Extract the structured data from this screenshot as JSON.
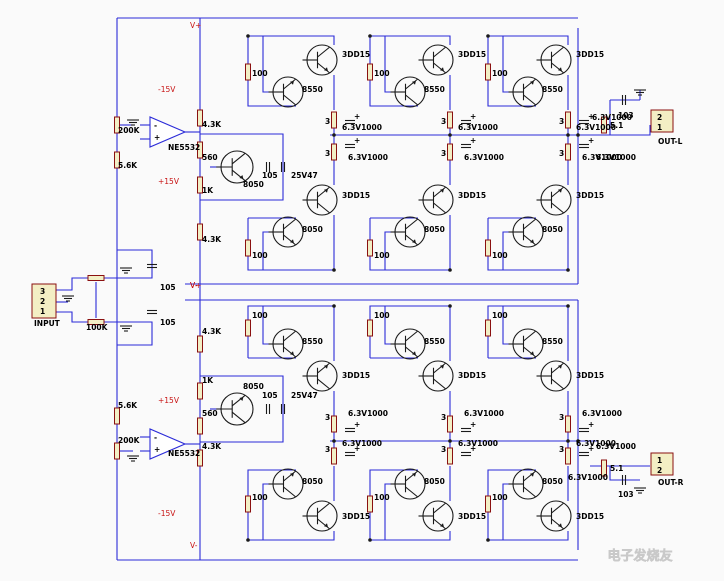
{
  "supply": {
    "vplus": "V+",
    "vminus": "V-",
    "pos15": "+15V",
    "neg15": "-15V"
  },
  "opamp": "NE5532",
  "components": {
    "r_200k": "200K",
    "r_5k6": "5.6K",
    "r_4k3": "4.3K",
    "r_560": "560",
    "r_1k": "1K",
    "r_100": "100",
    "r_3": "3",
    "r_5_1": "5.1",
    "r_100k": "100K",
    "c_105": "105",
    "c_103": "103",
    "c_25v47": "25V47",
    "c_6v3": "6.3V1000"
  },
  "transistors": {
    "t_3dd15": "3DD15",
    "t_8550": "8550",
    "t_8050": "8050"
  },
  "connectors": {
    "input": {
      "label": "INPUT",
      "pins": [
        "3",
        "2",
        "1"
      ]
    },
    "out_l": {
      "label": "OUT-L",
      "pins": [
        "2",
        "1"
      ]
    },
    "out_r": {
      "label": "OUT-R",
      "pins": [
        "1",
        "2"
      ]
    }
  },
  "watermark": "电子发烧友",
  "colors": {
    "wire": "#2b2bd8",
    "component": "#1a1a1a",
    "resistor_fill": "#f2efc6",
    "supply_text": "#c81414"
  }
}
